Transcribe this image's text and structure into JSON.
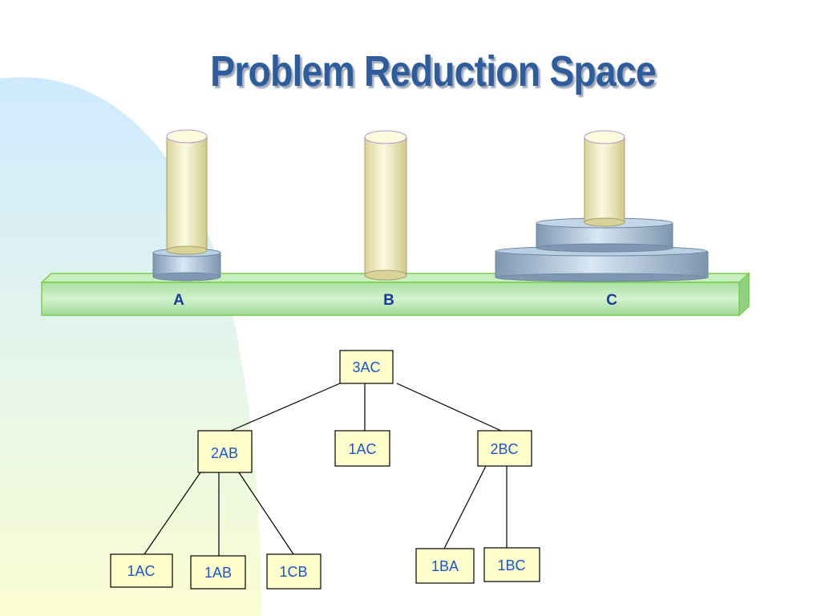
{
  "slide": {
    "title": "Problem Reduction Space"
  },
  "pegs": [
    {
      "label": "A"
    },
    {
      "label": "B"
    },
    {
      "label": "C"
    }
  ],
  "tree": {
    "root": "3AC",
    "level1": [
      "2AB",
      "1AC",
      "2BC"
    ],
    "level2_left": [
      "1AC",
      "1AB",
      "1CB"
    ],
    "level2_right": [
      "1BA",
      "1BC"
    ]
  },
  "colors": {
    "title": "#2f5c9a",
    "node_text": "#1b55c8",
    "node_fill": "#ffffcc",
    "board": "#b8e8b0",
    "peg": "#f2f0b0",
    "disk": "#a8c4dc"
  }
}
